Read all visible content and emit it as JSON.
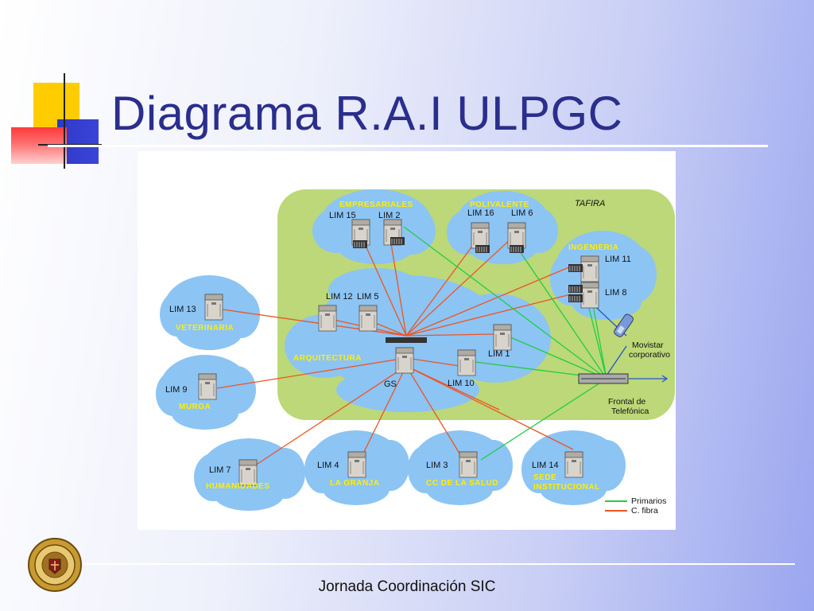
{
  "slide": {
    "title": "Diagrama R.A.I ULPGC",
    "footer": "Jornada Coordinación SIC"
  },
  "diagram": {
    "campus_label": "TAFIRA",
    "clusters": {
      "empresariales": "EMPRESARIALES",
      "polivalente": "POLIVALENTE",
      "ingenieria": "INGENIERIA",
      "arquitectura": "ARQUITECTURA",
      "veterinaria": "VETERINARIA",
      "murga": "MURGA",
      "humanidades": "HUMANIDADES",
      "la_granja": "LA GRANJA",
      "cc_salud": "CC DE LA SALUD",
      "sede_institucional_1": "SEDE",
      "sede_institucional_2": "INSTITUCIONAL"
    },
    "nodes": {
      "lim15": "LIM 15",
      "lim2": "LIM 2",
      "lim16": "LIM 16",
      "lim6": "LIM 6",
      "lim11": "LIM 11",
      "lim8": "LIM 8",
      "lim12": "LIM 12",
      "lim5": "LIM 5",
      "lim1": "LIM 1",
      "lim10": "LIM 10",
      "gs": "GS",
      "lim13": "LIM 13",
      "lim9": "LIM 9",
      "lim7": "LIM 7",
      "lim4": "LIM 4",
      "lim3": "LIM 3",
      "lim14": "LIM 14"
    },
    "movistar_1": "Movistar",
    "movistar_2": "corporativo",
    "frontal_1": "Frontal de",
    "frontal_2": "Telefónica",
    "legend": [
      {
        "label": "Primarios",
        "color": "#22cc44"
      },
      {
        "label": "C. fibra",
        "color": "#ee5522"
      }
    ],
    "colors": {
      "campus": "#bcd878",
      "cloud": "#8cc4f4",
      "fiber": "#ee5522",
      "primary": "#22cc44"
    }
  }
}
